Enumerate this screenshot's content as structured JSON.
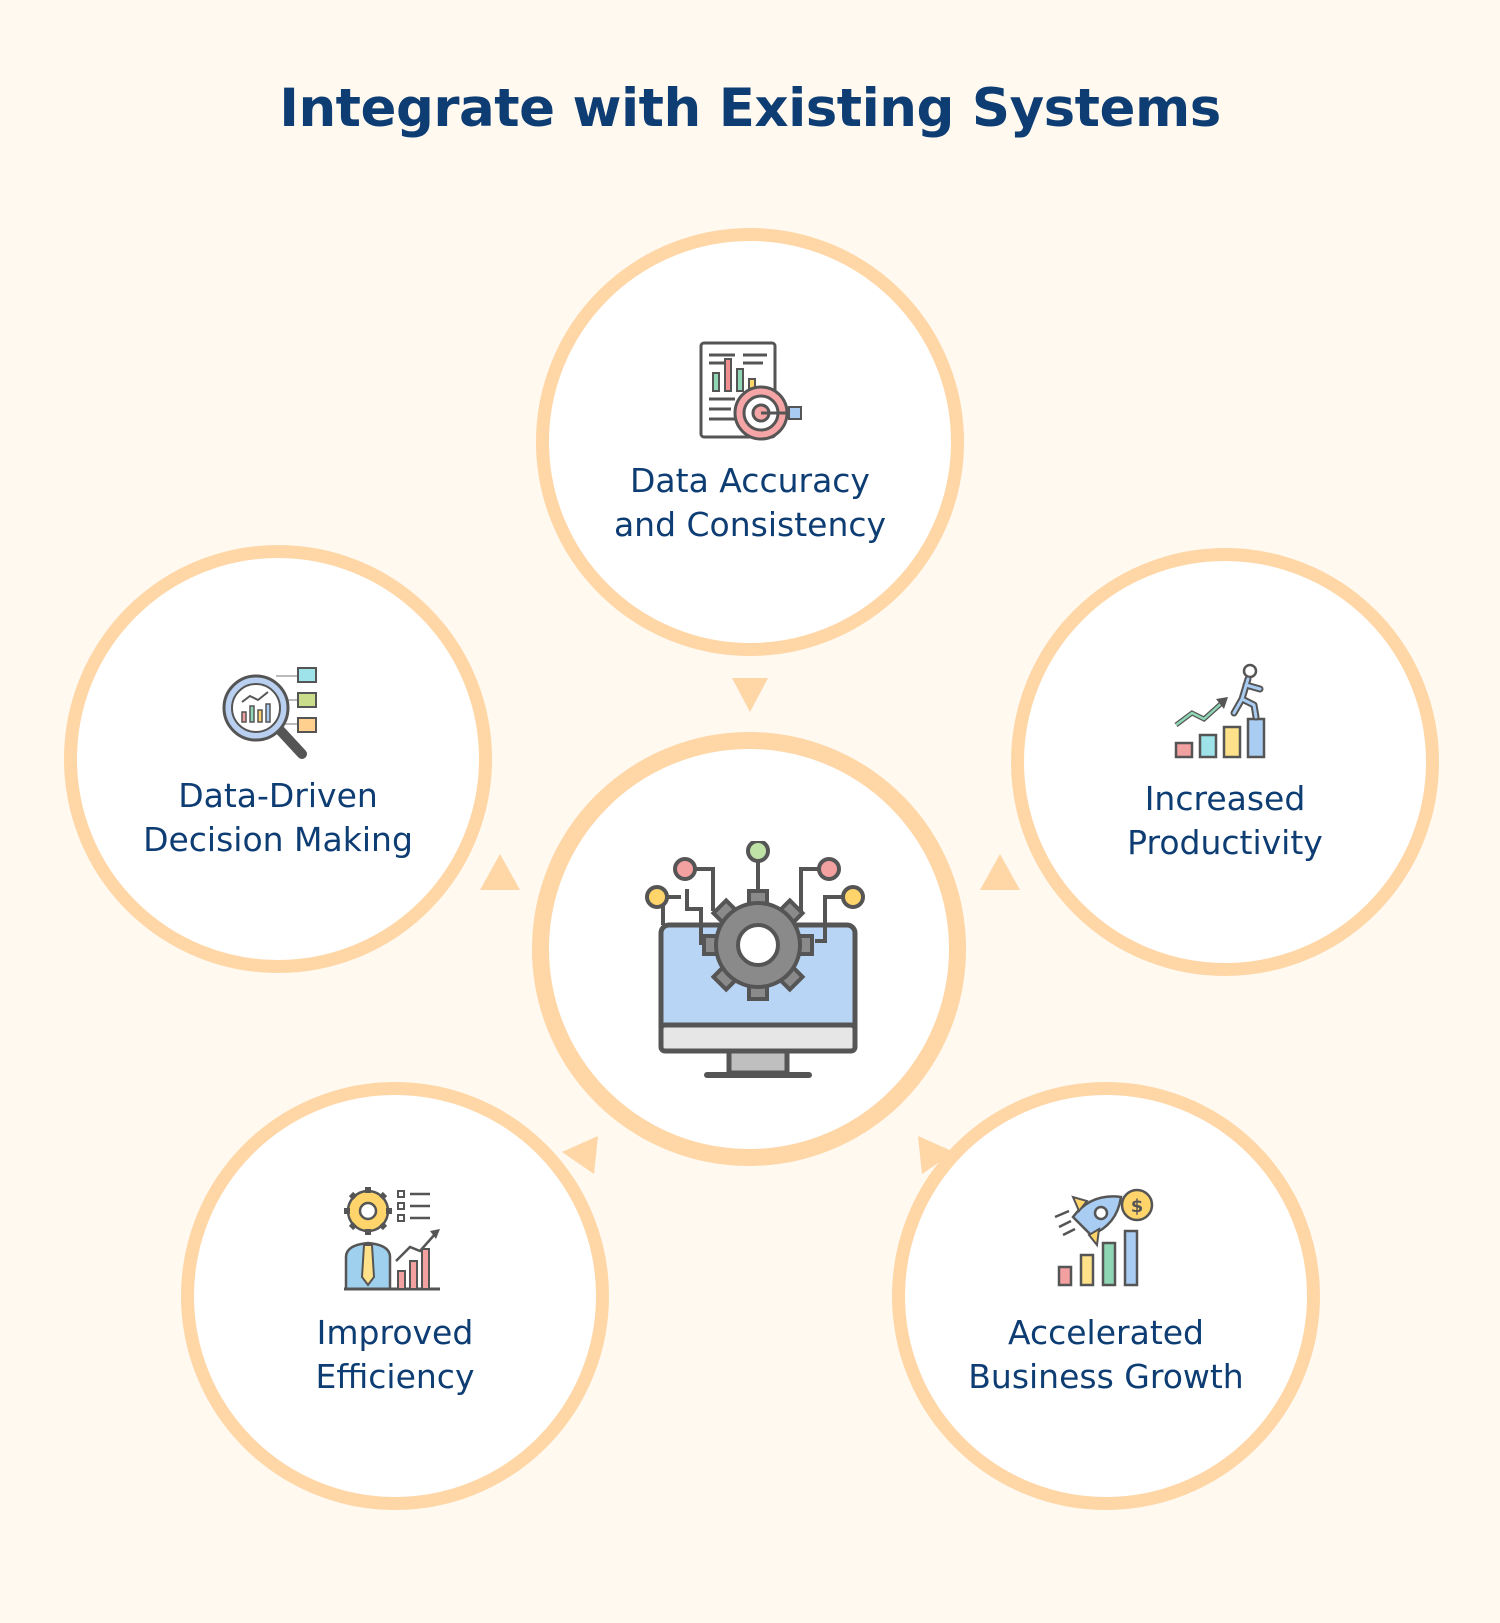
{
  "title": "Integrate with Existing Systems",
  "accent_color": "#ffd6a6",
  "text_color": "#0e3d73",
  "hub": {
    "icon": "computer-gear-icon"
  },
  "nodes": [
    {
      "id": "top",
      "lines": [
        "Data Accuracy",
        "and Consistency"
      ],
      "icon": "report-target-icon"
    },
    {
      "id": "left",
      "lines": [
        "Data-Driven",
        "Decision Making"
      ],
      "icon": "magnifier-chart-icon"
    },
    {
      "id": "right",
      "lines": [
        "Increased",
        "Productivity"
      ],
      "icon": "climbing-growth-icon"
    },
    {
      "id": "bottom-left",
      "lines": [
        "Improved",
        "Efficiency"
      ],
      "icon": "gear-head-person-icon"
    },
    {
      "id": "bottom-right",
      "lines": [
        "Accelerated",
        "Business Growth"
      ],
      "icon": "rocket-coin-chart-icon"
    }
  ]
}
